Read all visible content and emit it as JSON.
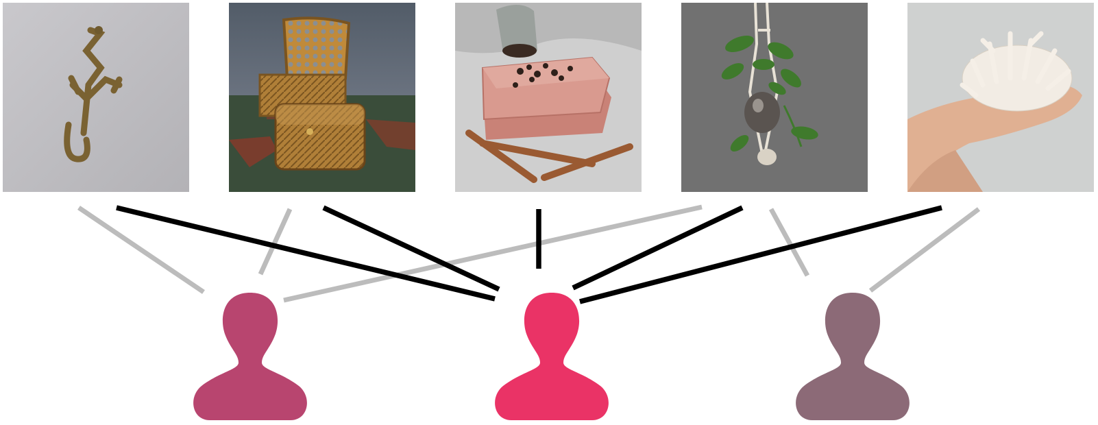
{
  "diagram": {
    "items": [
      {
        "id": "anchor-hook",
        "icon": "anchor-hook-photo"
      },
      {
        "id": "wicker-boxes",
        "icon": "wicker-boxes-photo"
      },
      {
        "id": "soap-cinnamon",
        "icon": "soap-cinnamon-photo"
      },
      {
        "id": "hanging-plant",
        "icon": "hanging-plant-photo"
      },
      {
        "id": "coral",
        "icon": "coral-photo"
      }
    ],
    "users": [
      {
        "id": "user-left",
        "icon": "person-icon",
        "color": "#b8456f"
      },
      {
        "id": "user-center",
        "icon": "person-icon",
        "color": "#ea3366"
      },
      {
        "id": "user-right",
        "icon": "person-icon",
        "color": "#8c6a77"
      }
    ],
    "link_colors": {
      "highlighted": "#000000",
      "faded": "#bcbcbc"
    },
    "links": [
      {
        "item": 0,
        "user": 0,
        "style": "faded"
      },
      {
        "item": 0,
        "user": 1,
        "style": "highlighted"
      },
      {
        "item": 1,
        "user": 0,
        "style": "faded"
      },
      {
        "item": 1,
        "user": 1,
        "style": "highlighted"
      },
      {
        "item": 2,
        "user": 1,
        "style": "highlighted"
      },
      {
        "item": 3,
        "user": 0,
        "style": "faded"
      },
      {
        "item": 3,
        "user": 1,
        "style": "highlighted"
      },
      {
        "item": 3,
        "user": 2,
        "style": "faded"
      },
      {
        "item": 4,
        "user": 1,
        "style": "highlighted"
      },
      {
        "item": 4,
        "user": 2,
        "style": "faded"
      }
    ]
  }
}
